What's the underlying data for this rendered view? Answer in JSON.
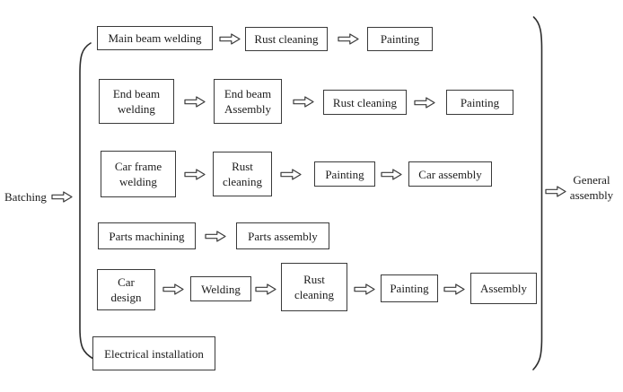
{
  "appearance": {
    "background": "#ffffff",
    "line_color": "#2f2f2f",
    "text_color": "#1c1c1c"
  },
  "flow": {
    "input_label": "Batching",
    "output_label": {
      "line1": "General",
      "line2": "assembly"
    },
    "rows": [
      {
        "steps": [
          {
            "id": "main-beam-welding",
            "lines": [
              "Main beam welding"
            ]
          },
          {
            "id": "rust-cleaning",
            "lines": [
              "Rust cleaning"
            ]
          },
          {
            "id": "painting",
            "lines": [
              "Painting"
            ]
          }
        ]
      },
      {
        "steps": [
          {
            "id": "end-beam-welding",
            "lines": [
              "End beam",
              "welding"
            ]
          },
          {
            "id": "end-beam-assembly",
            "lines": [
              "End beam",
              "Assembly"
            ]
          },
          {
            "id": "rust-cleaning",
            "lines": [
              "Rust cleaning"
            ]
          },
          {
            "id": "painting",
            "lines": [
              "Painting"
            ]
          }
        ]
      },
      {
        "steps": [
          {
            "id": "car-frame-welding",
            "lines": [
              "Car frame",
              "welding"
            ]
          },
          {
            "id": "rust-cleaning",
            "lines": [
              "Rust",
              "cleaning"
            ]
          },
          {
            "id": "painting",
            "lines": [
              "Painting"
            ]
          },
          {
            "id": "car-assembly",
            "lines": [
              "Car assembly"
            ]
          }
        ]
      },
      {
        "steps": [
          {
            "id": "parts-machining",
            "lines": [
              "Parts machining"
            ]
          },
          {
            "id": "parts-assembly",
            "lines": [
              "Parts assembly"
            ]
          }
        ]
      },
      {
        "steps": [
          {
            "id": "car-design",
            "lines": [
              "Car",
              "design"
            ]
          },
          {
            "id": "welding",
            "lines": [
              "Welding"
            ]
          },
          {
            "id": "rust-cleaning",
            "lines": [
              "Rust",
              "cleaning"
            ]
          },
          {
            "id": "painting",
            "lines": [
              "Painting"
            ]
          },
          {
            "id": "assembly",
            "lines": [
              "Assembly"
            ]
          }
        ]
      },
      {
        "steps": [
          {
            "id": "electrical-installation",
            "lines": [
              "Electrical installation"
            ]
          }
        ]
      }
    ]
  }
}
